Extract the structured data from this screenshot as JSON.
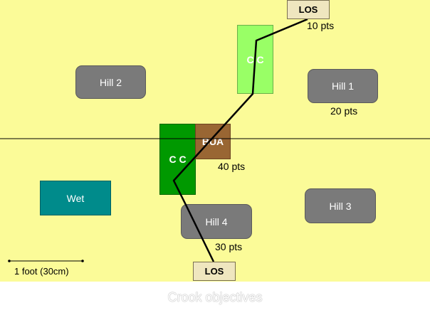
{
  "features": {
    "hill1": "Hill 1",
    "hill2": "Hill 2",
    "hill3": "Hill 3",
    "hill4": "Hill 4",
    "cc_top": "C C",
    "cc_mid": "C C",
    "bua": "BUA",
    "wet": "Wet"
  },
  "los": {
    "top": "LOS",
    "bottom": "LOS"
  },
  "points": {
    "top_los": "10 pts",
    "hill1": "20 pts",
    "bua": "40 pts",
    "hill4": "30 pts"
  },
  "scale": {
    "label": "1 foot (30cm)"
  },
  "caption": "Crook objectives",
  "colors": {
    "board": "#fbfb98",
    "hill": "#7a7a7a",
    "cc_light": "#99ff66",
    "cc_dark": "#009900",
    "bua": "#996633",
    "wet": "#008b8b",
    "los_box": "#efe6bf"
  }
}
